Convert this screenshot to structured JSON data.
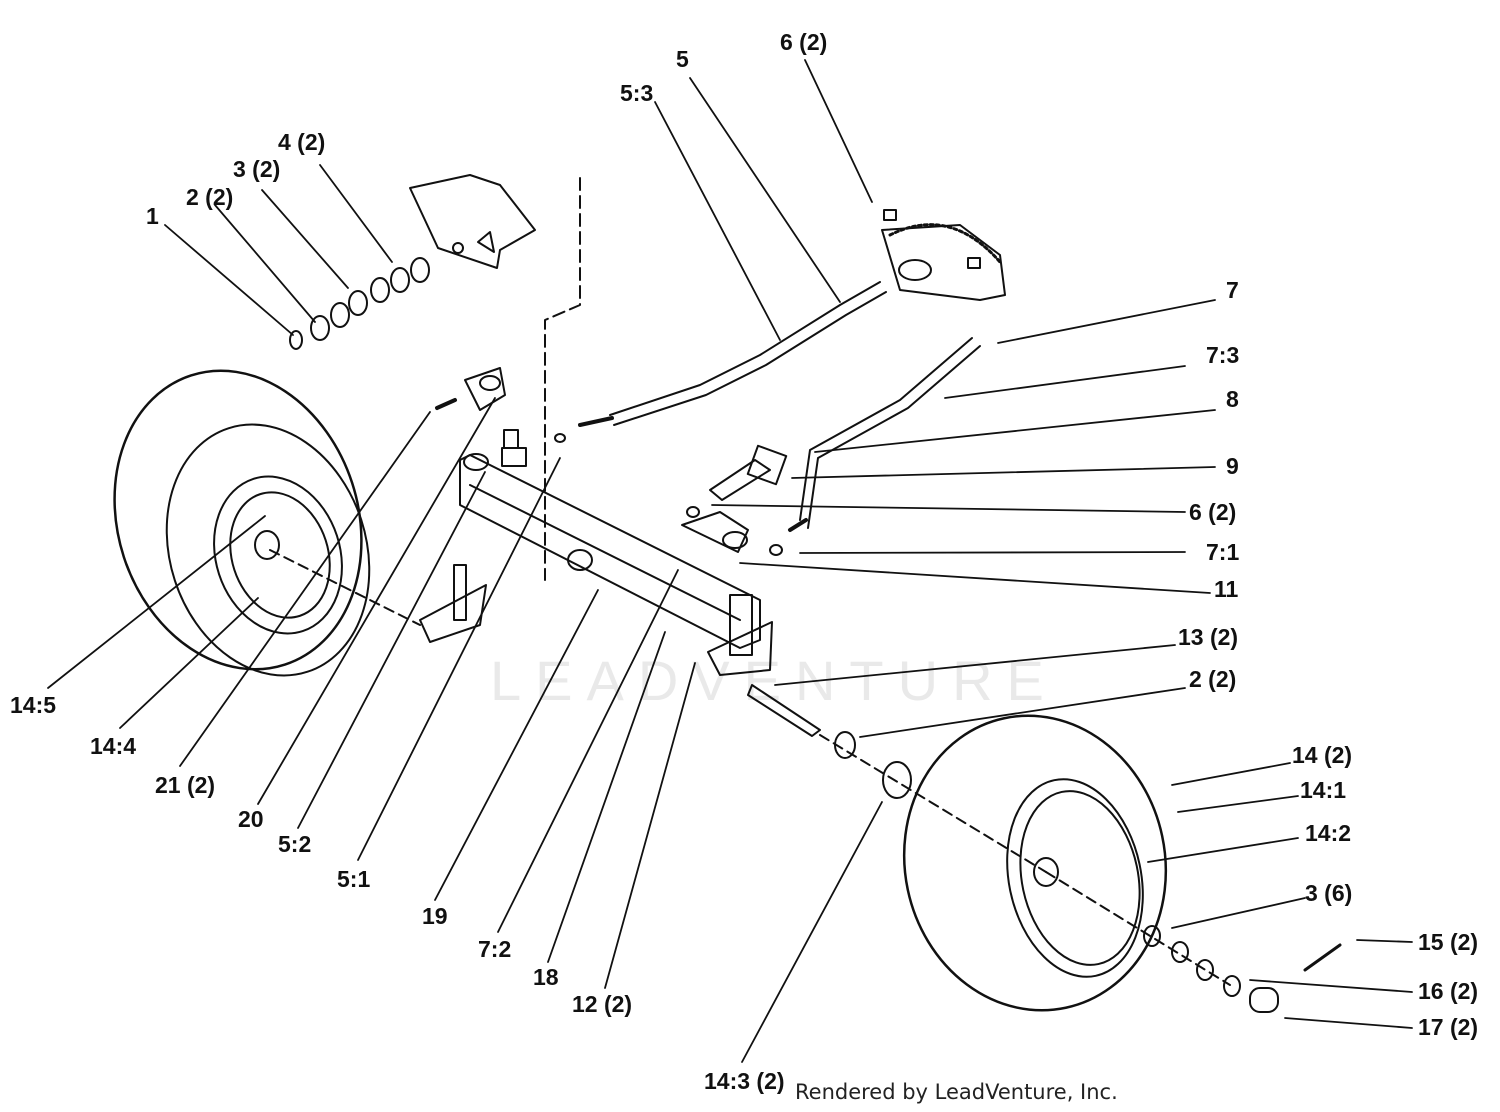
{
  "watermark": "LEADVENTURE",
  "footer": "Rendered by LeadVenture, Inc.",
  "callouts": {
    "c1": "1",
    "c2": "2 (2)",
    "c3": "3 (2)",
    "c4": "4 (2)",
    "c5": "5",
    "c5_3": "5:3",
    "c6top": "6 (2)",
    "c7": "7",
    "c7_3": "7:3",
    "c8": "8",
    "c9": "9",
    "c6mid": "6 (2)",
    "c7_1": "7:1",
    "c11": "11",
    "c13": "13 (2)",
    "c2b": "2 (2)",
    "c14": "14 (2)",
    "c14_1": "14:1",
    "c14_2": "14:2",
    "c3b": "3 (6)",
    "c15": "15 (2)",
    "c16": "16 (2)",
    "c17": "17 (2)",
    "c14_5": "14:5",
    "c14_4": "14:4",
    "c21": "21 (2)",
    "c20": "20",
    "c5_2": "5:2",
    "c5_1": "5:1",
    "c19": "19",
    "c7_2": "7:2",
    "c18": "18",
    "c12": "12 (2)",
    "c14_3": "14:3 (2)"
  }
}
